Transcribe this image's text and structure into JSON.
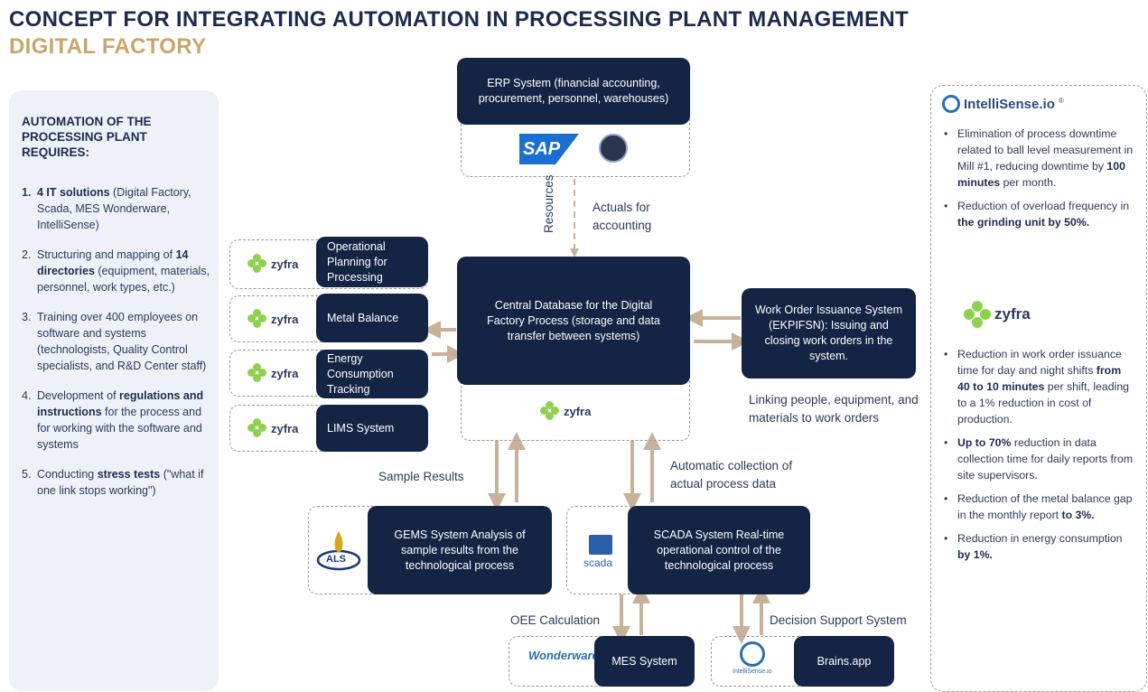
{
  "header": {
    "title": "CONCEPT FOR INTEGRATING AUTOMATION IN PROCESSING PLANT MANAGEMENT",
    "subtitle": "DIGITAL FACTORY"
  },
  "left": {
    "heading": "AUTOMATION OF THE PROCESSING PLANT REQUIRES:",
    "items": [
      {
        "num": "1.",
        "bold": "4 IT solutions",
        "text": " (Digital Factory, Scada, MES Wonderware, IntelliSense)"
      },
      {
        "num": "2.",
        "pre": "Structuring and mapping of ",
        "bold": "14 directories",
        "text": " (equipment, materials, personnel, work types, etc.)"
      },
      {
        "num": "3.",
        "text": "Training over 400 employees on software and systems (technologists, Quality Control specialists, and R&D Center staff)"
      },
      {
        "num": "4.",
        "pre": "Development of ",
        "bold": "regulations and instructions",
        "text": " for the process and for working with the software and systems"
      },
      {
        "num": "5.",
        "pre": "Conducting ",
        "bold": "stress tests",
        "text": " (\"what if one link stops working\")"
      }
    ]
  },
  "diagram": {
    "erp": "ERP System (financial accounting, procurement, personnel, warehouses)",
    "sap": "SAP",
    "resources": "Resources",
    "actuals": "Actuals for accounting",
    "central": "Central Database for the Digital Factory Process (storage and data transfer between systems)",
    "zyfra": "zyfra",
    "modules": [
      "Operational Planning for Processing",
      "Metal Balance",
      "Energy Consumption Tracking",
      "LIMS System"
    ],
    "work_order": "Work Order Issuance System (EKPIFSN): Issuing and closing work orders in the system.",
    "linking": "Linking people, equipment, and materials to work orders",
    "sample_results": "Sample Results",
    "auto_collection": "Automatic collection of actual process data",
    "gems": "GEMS System Analysis of sample results from the technological process",
    "als": "ALS",
    "scada_box": "SCADA System Real-time operational control of the technological process",
    "scada_logo": "scada",
    "oee": "OEE Calculation",
    "dss": "Decision Support System",
    "mes": "MES System",
    "wonderware": "Wonderware",
    "brains": "Brains.app",
    "intellisense_small": "IntelliSense.io"
  },
  "right": {
    "logo": "IntelliSense.io",
    "reg": "®",
    "intelli_items": [
      {
        "pre": "Elimination of process downtime related to ball level measurement in Mill #1, reducing downtime by ",
        "bold": "100 minutes",
        "post": " per month."
      },
      {
        "pre": "Reduction of overload frequency in ",
        "bold": "the grinding unit by 50%.",
        "post": ""
      }
    ],
    "zyfra": "zyfra",
    "zyfra_items": [
      {
        "pre": "Reduction in work order issuance time for day and night shifts ",
        "bold": "from 40 to 10 minutes",
        "post": " per shift, leading to a 1% reduction in cost of production."
      },
      {
        "pre": "",
        "bold": "Up to 70%",
        "post": " reduction in data collection time for daily reports from site supervisors."
      },
      {
        "pre": "Reduction of the metal balance gap in the monthly report ",
        "bold": "to 3%.",
        "post": ""
      },
      {
        "pre": "Reduction in energy consumption ",
        "bold": "by 1%.",
        "post": ""
      }
    ]
  },
  "colors": {
    "navy": "#142444",
    "gold": "#c9a66b",
    "zyfra_green": "#8fd14f",
    "arrow": "#c7b299"
  }
}
